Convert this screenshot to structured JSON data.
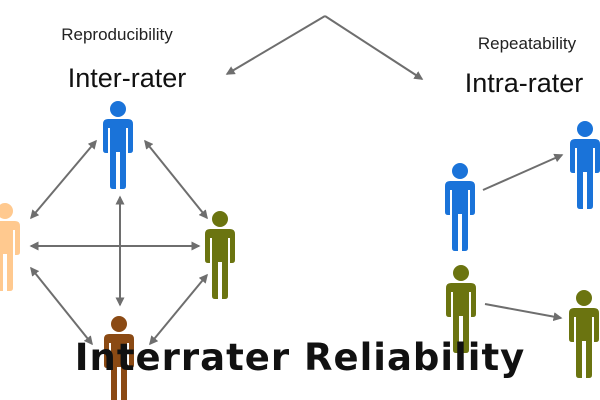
{
  "inter": {
    "category": "Reproducibility",
    "title": "Inter-rater"
  },
  "intra": {
    "category": "Repeatability",
    "title": "Intra-rater"
  },
  "caption": "Interrater Reliability",
  "colors": {
    "blue": "#1a73d9",
    "peach": "#ffc98f",
    "olive": "#6b7410",
    "brown": "#8b4a14",
    "arrow": "#6e6e6e"
  },
  "icons": {
    "person": "person-icon"
  }
}
